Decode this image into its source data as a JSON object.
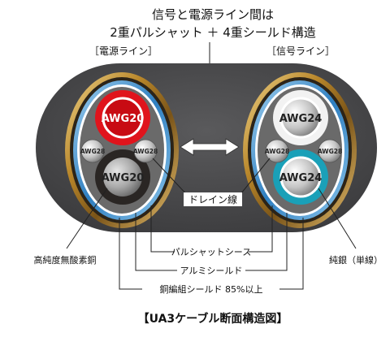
{
  "header": {
    "line1": "信号と電源ライン間は",
    "line2": "2重パルシャット ＋ 4重シールド構造"
  },
  "sections": {
    "power_label": "［電源ライン］",
    "signal_label": "［信号ライン］"
  },
  "power_line": {
    "main_conductor_top": "AWG20",
    "main_conductor_bottom": "AWG20",
    "drain_left": "AWG28",
    "drain_right": "AWG28"
  },
  "signal_line": {
    "main_conductor_top": "AWG24",
    "main_conductor_bottom": "AWG24",
    "drain_left": "AWG28",
    "drain_right": "AWG28"
  },
  "callouts": {
    "drain_wire": "ドレイン線",
    "pulshat_sheath": "パルシャットシース",
    "aluminum_shield": "アルミシールド",
    "copper_braid": "銅編組シールド 85%以上",
    "copper_left": "高純度無酸素銅",
    "silver_right": "純銀（単線）"
  },
  "footer": {
    "caption": "【UA3ケーブル断面構造図】"
  },
  "colors": {
    "outer_jacket": "#4a4a4c",
    "red_insulation": "#e0141c",
    "teal_insulation": "#1aa0b8",
    "white_insulation": "#f2f2f2",
    "gold_shield": "#b8862a",
    "aluminum_blue": "#3f8fc8"
  }
}
